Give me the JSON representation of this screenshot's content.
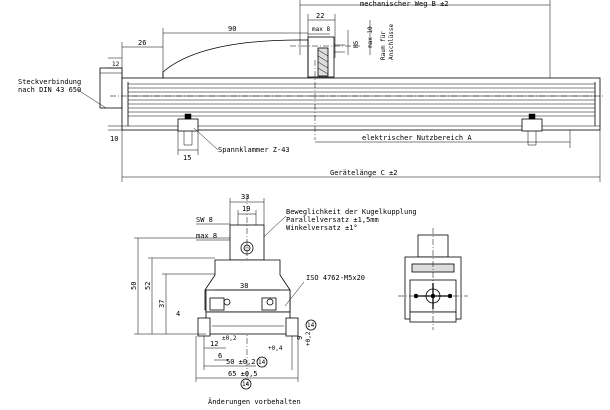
{
  "labels": {
    "mechanischer_weg": "mechanischer Weg B ±2",
    "dim_22": "22",
    "dim_90": "90",
    "dim_26": "26",
    "dim_max8_top": "max 8",
    "dim_max10": "max 10",
    "dim_m5_top": "M5",
    "raum_fuer": "Raum für",
    "anschluesse": "Anschlüsse",
    "dim_12": "12",
    "dim_10": "10",
    "dim_15": "15",
    "steckverbindung_1": "Steckverbindung",
    "steckverbindung_2": "nach DIN 43 650",
    "spannklammer": "Spannklammer Z-43",
    "elektrischer": "elektrischer Nutzbereich A",
    "geraetelaenge": "Gerätelänge C ±2",
    "dim_33": "33",
    "dim_19": "19",
    "sw8": "SW 8",
    "dim_max8_bottom": "max 8",
    "beweglichkeit_1": "Beweglichkeit der Kugelkupplung",
    "beweglichkeit_2": "Parallelversatz ±1,5mm",
    "beweglichkeit_3": "Winkelversatz ±1°",
    "dim_38": "38",
    "iso": "ISO 4762-M5x20",
    "dim_50_vert": "50",
    "dim_52": "52",
    "dim_37": "37",
    "dim_4": "4",
    "dim_12_bottom": "12",
    "dim_6": "6",
    "dim_12_pm": "±0,2",
    "dim_9": "9",
    "dim_plus02": "+0,2",
    "dim_50_horiz": "50 ±0,2",
    "dim_65": "65 ±0,5",
    "dim_plus04": "+0,4",
    "circle_14_a": "14",
    "circle_14_b": "14",
    "circle_14_c": "14",
    "aenderungen": "Änderungen vorbehalten"
  }
}
